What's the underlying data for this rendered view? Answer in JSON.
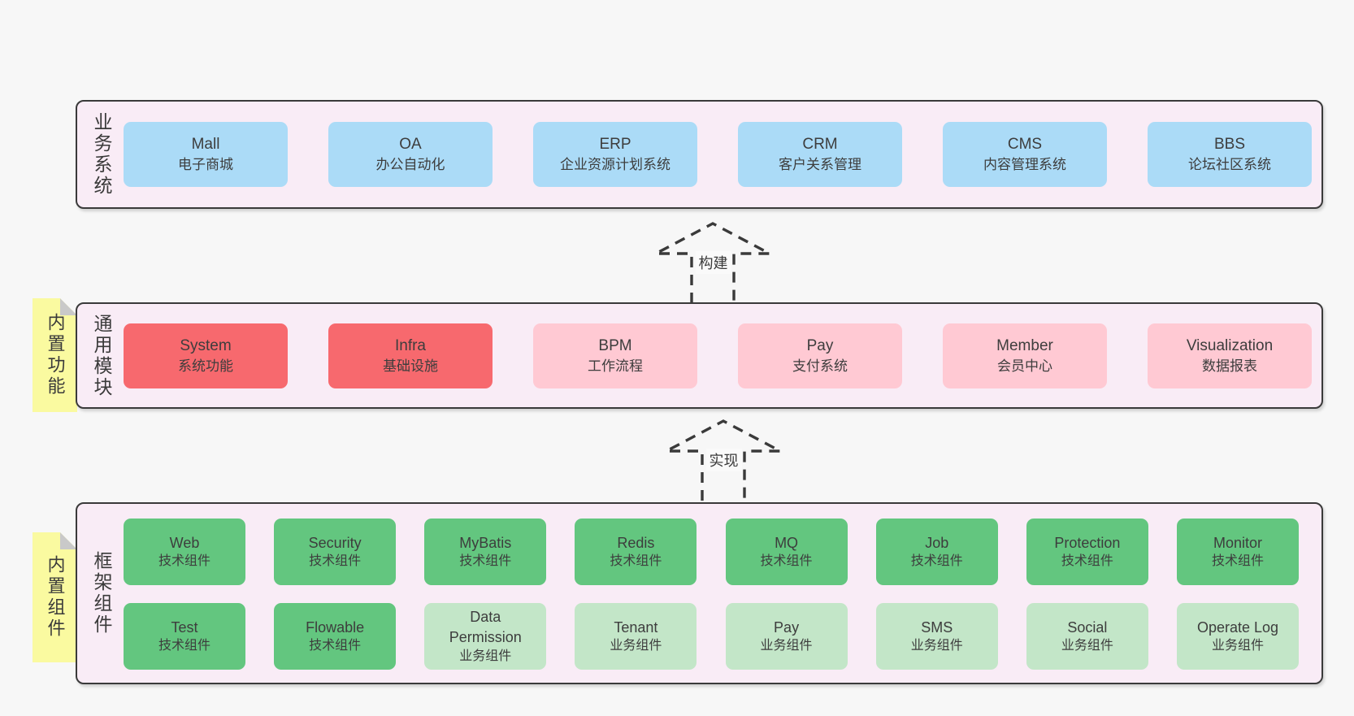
{
  "colors": {
    "blue": "#abdbf7",
    "red": "#f7696e",
    "pink": "#ffc9d3",
    "green": "#63c67f",
    "lightgreen": "#c3e6c8",
    "panel_bg": "#f9ecf6",
    "note_bg": "#fafaa0",
    "note_fold": "#c9c9c9",
    "border": "#3a3a3a",
    "page_bg": "#f7f7f7",
    "text": "#3d3d3d"
  },
  "notes": [
    {
      "text": "内置功能"
    },
    {
      "text": "内置组件"
    }
  ],
  "arrows": [
    {
      "label": "构建"
    },
    {
      "label": "实现"
    }
  ],
  "panels": [
    {
      "label": "业务系统",
      "rows": [
        [
          {
            "title": "Mall",
            "subtitle": "电子商城",
            "color": "blue"
          },
          {
            "title": "OA",
            "subtitle": "办公自动化",
            "color": "blue"
          },
          {
            "title": "ERP",
            "subtitle": "企业资源计划系统",
            "color": "blue"
          },
          {
            "title": "CRM",
            "subtitle": "客户关系管理",
            "color": "blue"
          },
          {
            "title": "CMS",
            "subtitle": "内容管理系统",
            "color": "blue"
          },
          {
            "title": "BBS",
            "subtitle": "论坛社区系统",
            "color": "blue"
          }
        ]
      ]
    },
    {
      "label": "通用模块",
      "rows": [
        [
          {
            "title": "System",
            "subtitle": "系统功能",
            "color": "red"
          },
          {
            "title": "Infra",
            "subtitle": "基础设施",
            "color": "red"
          },
          {
            "title": "BPM",
            "subtitle": "工作流程",
            "color": "pink"
          },
          {
            "title": "Pay",
            "subtitle": "支付系统",
            "color": "pink"
          },
          {
            "title": "Member",
            "subtitle": "会员中心",
            "color": "pink"
          },
          {
            "title": "Visualization",
            "subtitle": "数据报表",
            "color": "pink"
          }
        ]
      ]
    },
    {
      "label": "框架组件",
      "rows": [
        [
          {
            "title": "Web",
            "subtitle": "技术组件",
            "color": "green"
          },
          {
            "title": "Security",
            "subtitle": "技术组件",
            "color": "green"
          },
          {
            "title": "MyBatis",
            "subtitle": "技术组件",
            "color": "green"
          },
          {
            "title": "Redis",
            "subtitle": "技术组件",
            "color": "green"
          },
          {
            "title": "MQ",
            "subtitle": "技术组件",
            "color": "green"
          },
          {
            "title": "Job",
            "subtitle": "技术组件",
            "color": "green"
          },
          {
            "title": "Protection",
            "subtitle": "技术组件",
            "color": "green"
          },
          {
            "title": "Monitor",
            "subtitle": "技术组件",
            "color": "green"
          }
        ],
        [
          {
            "title": "Test",
            "subtitle": "技术组件",
            "color": "green"
          },
          {
            "title": "Flowable",
            "subtitle": "技术组件",
            "color": "green"
          },
          {
            "title": "Data Permission",
            "subtitle": "业务组件",
            "color": "lightgreen"
          },
          {
            "title": "Tenant",
            "subtitle": "业务组件",
            "color": "lightgreen"
          },
          {
            "title": "Pay",
            "subtitle": "业务组件",
            "color": "lightgreen"
          },
          {
            "title": "SMS",
            "subtitle": "业务组件",
            "color": "lightgreen"
          },
          {
            "title": "Social",
            "subtitle": "业务组件",
            "color": "lightgreen"
          },
          {
            "title": "Operate Log",
            "subtitle": "业务组件",
            "color": "lightgreen"
          }
        ]
      ]
    }
  ]
}
